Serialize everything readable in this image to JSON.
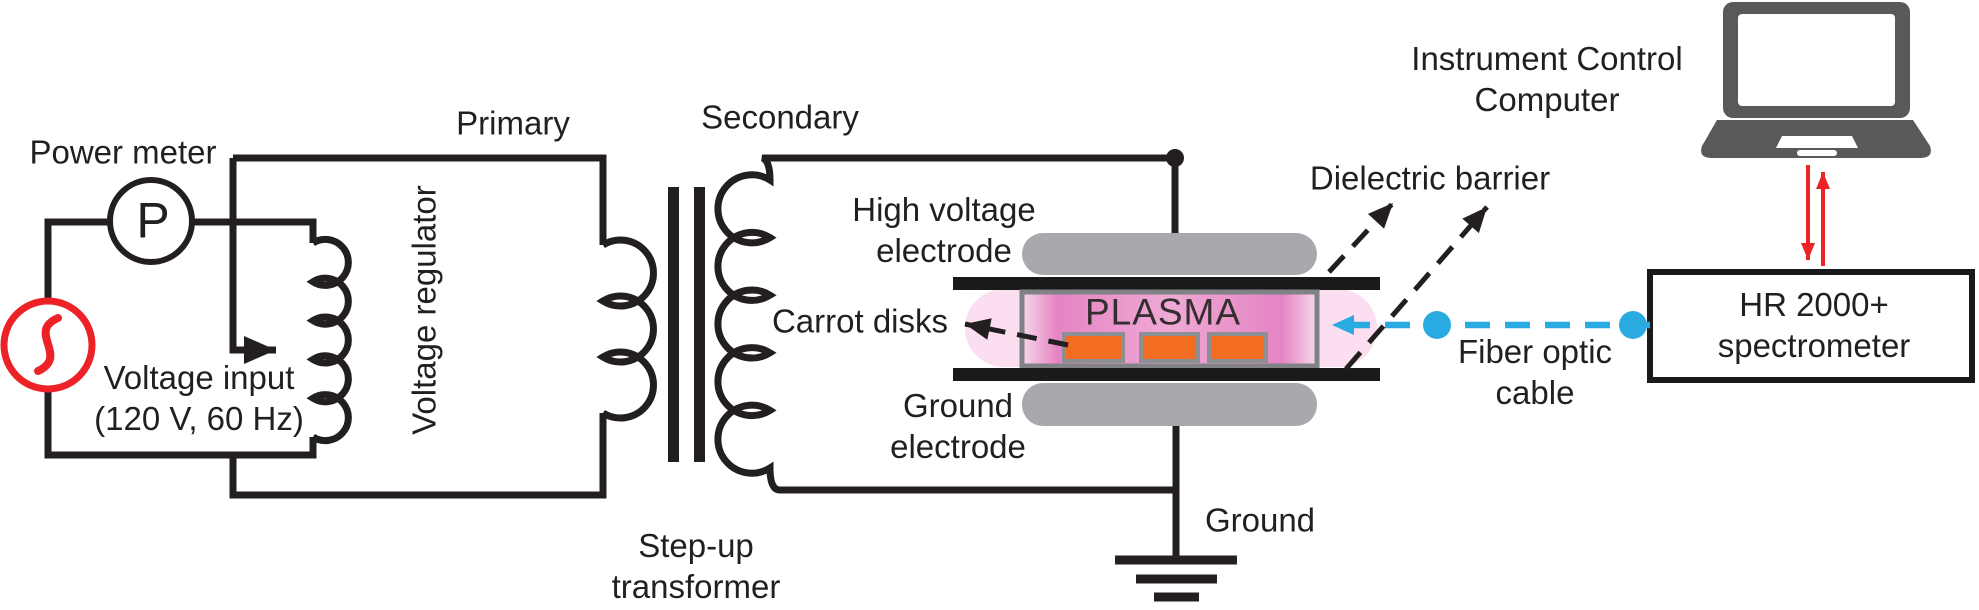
{
  "power": {
    "meter_label": "Power meter",
    "meter_symbol": "P",
    "input_label_1": "Voltage input",
    "input_label_2": "(120 V, 60 Hz)",
    "regulator_label": "Voltage regulator"
  },
  "transformer": {
    "primary_label": "Primary",
    "secondary_label": "Secondary",
    "name_1": "Step-up",
    "name_2": "transformer"
  },
  "reactor": {
    "hv_electrode_1": "High voltage",
    "hv_electrode_2": "electrode",
    "plasma_label": "PLASMA",
    "carrot_disks_label": "Carrot disks",
    "dielectric_label": "Dielectric barrier",
    "ground_electrode_1": "Ground",
    "ground_electrode_2": "electrode",
    "ground_label": "Ground"
  },
  "detection": {
    "fiber_label_1": "Fiber optic",
    "fiber_label_2": "cable",
    "computer_label_1": "Instrument Control",
    "computer_label_2": "Computer",
    "spectrometer_label_1": "HR 2000+",
    "spectrometer_label_2": "spectrometer"
  },
  "colors": {
    "wire_black": "#231F20",
    "source_red": "#EC2227",
    "fiber_blue": "#29ABE2",
    "carrot_orange": "#F26C22",
    "electrode_gray": "#A7A9AC",
    "laptop_gray": "#58595B",
    "plasma_pink": "#E584C3",
    "halo_pink": "#FBDEF0",
    "chamber_border_gray": "#808285"
  }
}
